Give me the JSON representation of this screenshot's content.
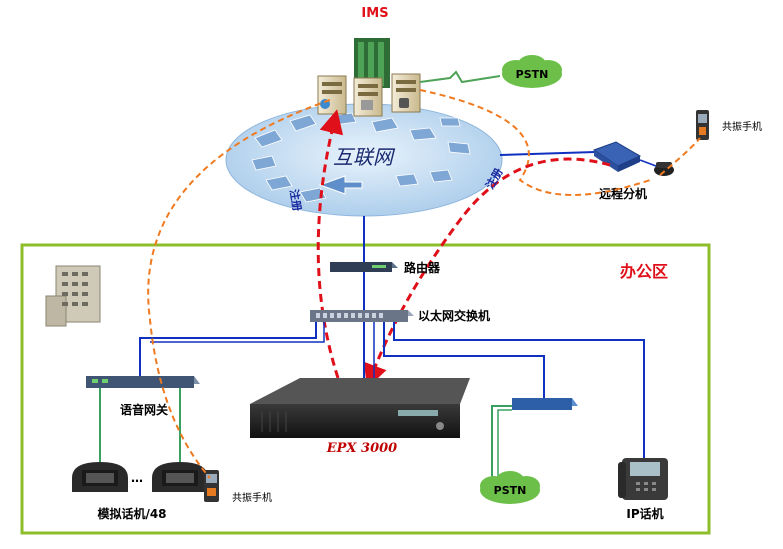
{
  "diagram": {
    "ims_title": "IMS",
    "internet_label": "互联网",
    "register_label": "注册",
    "pstn_label": "PSTN",
    "remote_ext_label": "远程分机",
    "resonance_phone_label": "共振手机",
    "router_label": "路由器",
    "switch_label": "以太网交换机",
    "office_zone_label": "办公区",
    "voice_gateway_label": "语音网关",
    "epx_label": "EPX 3000",
    "ip_phone_label": "IP话机",
    "analog_phone_label": "模拟话机/48",
    "ellipsis": "…",
    "colors": {
      "office_border": "#8dbd2a",
      "link_blue": "#1030c0",
      "link_green": "#3aa060",
      "dashed_red": "#e0101a",
      "dashed_orange": "#f07a20",
      "cloud_blue": "#b9d7f0",
      "pstn_green": "#6cc04a"
    }
  }
}
